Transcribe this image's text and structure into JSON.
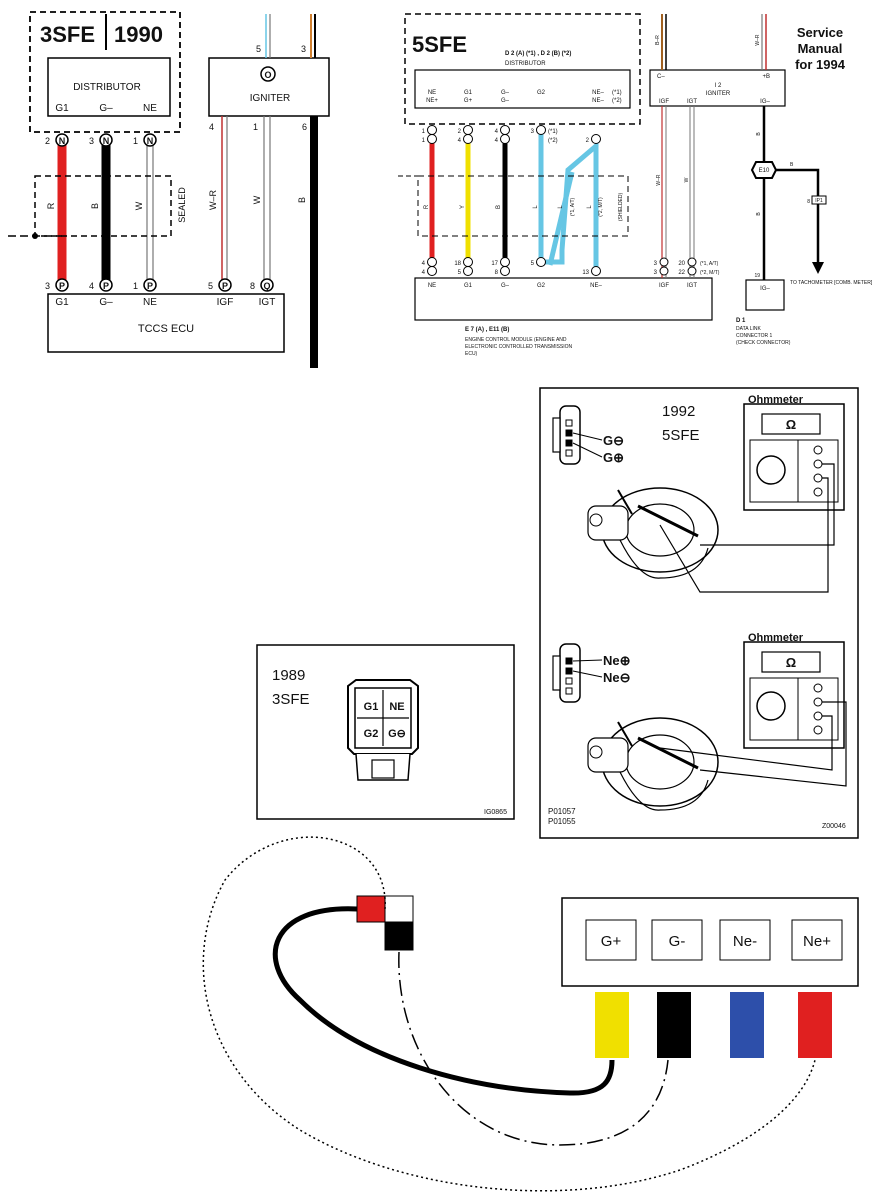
{
  "colors": {
    "red": "#e02020",
    "black": "#000000",
    "white": "#ffffff",
    "yellow": "#f0e000",
    "light_blue": "#66c6e4",
    "blue": "#2d4faa"
  },
  "d1990": {
    "title_left": "3SFE",
    "title_right": "1990",
    "distributor_label": "DISTRIBUTOR",
    "distributor_pins": [
      "G1",
      "G–",
      "NE"
    ],
    "dist_connector": {
      "letter": "N",
      "numbers": [
        "2",
        "3",
        "1"
      ]
    },
    "igniter_label": "IGNITER",
    "igniter_symbol": "O",
    "igniter_top_numbers": [
      "5",
      "3"
    ],
    "sealed_label": "SEALED",
    "wire_codes": [
      "R",
      "B",
      "W",
      "W–R",
      "W",
      "B"
    ],
    "ign_out_numbers": [
      "4",
      "1",
      "6"
    ],
    "ecu_label": "TCCS ECU",
    "ecu_pins": [
      {
        "num": "3",
        "letter": "P",
        "name": "G1"
      },
      {
        "num": "4",
        "letter": "P",
        "name": "G–"
      },
      {
        "num": "1",
        "letter": "P",
        "name": "NE"
      },
      {
        "num": "5",
        "letter": "P",
        "name": "IGF"
      },
      {
        "num": "8",
        "letter": "Q",
        "name": "IGT"
      }
    ]
  },
  "d1994": {
    "title": "5SFE",
    "header_line": "D 2 (A) (*1) , D 2 (B) (*2)",
    "distributor_label": "DISTRIBUTOR",
    "dist_pins_top": [
      "NE",
      "G1",
      "G–",
      "G2"
    ],
    "dist_pins_bottom": [
      "NE+",
      "G+",
      "G–",
      ""
    ],
    "dist_right_pins": [
      "NE–",
      "NE–"
    ],
    "dist_notes": [
      "(*1)",
      "(*2)"
    ],
    "wire_codes": [
      "R",
      "Y",
      "B",
      "L",
      "L",
      "L"
    ],
    "shield_notes": [
      "(*1, A/T)",
      "(*2, M/T)",
      "(SHIELDED)"
    ],
    "row_top_nums": [
      "1",
      "2",
      "4",
      "3"
    ],
    "row_mid_nums": [
      "1",
      "4",
      "4",
      "2"
    ],
    "row_top_tags": [
      "(*1)",
      "(*2)"
    ],
    "ecu_top_nums": [
      "18",
      "17",
      "5"
    ],
    "ecu_bottom_nums": [
      "4",
      "5",
      "8",
      "13"
    ],
    "ecu_side": [
      "3",
      "3",
      "20",
      "22"
    ],
    "ecu_side_tags": [
      "(*1, A/T)",
      "(*2, M/T)"
    ],
    "ecu_pins": [
      "NE",
      "G1",
      "G–",
      "G2",
      "NE–",
      "IGF",
      "IGT"
    ],
    "ecu_caption_code": "E 7 (A) , E11 (B)",
    "ecu_caption": "ENGINE CONTROL MODULE (ENGINE AND ELECTRONIC CONTROLLED TRANSMISSION ECU)",
    "igniter_code": "I 2",
    "igniter_label": "IGNITER",
    "igniter_pins": [
      "C–",
      "+B",
      "IGF",
      "IGT",
      "IG–"
    ],
    "igniter_wire_codes": [
      "B–R",
      "W–R",
      "W–R",
      "W"
    ],
    "e10_label": "E10",
    "ip1_label": "IP1",
    "ip1_num": "8",
    "right_wire_codes": [
      "B",
      "B",
      "B"
    ],
    "dlc_code": "D 1",
    "dlc_label": "DATA LINK CONNECTOR 1 (CHECK CONNECTOR)",
    "dlc_pin": "IG–",
    "dlc_num": "19",
    "tacho_label": "TO TACHOMETER [COMB. METER]",
    "service_manual": [
      "Service",
      "Manual",
      "for 1994"
    ]
  },
  "p1992": {
    "year": "1992",
    "engine": "5SFE",
    "meter_label": "Ohmmeter",
    "meter_symbol": "Ω",
    "top_pins": [
      "G⊖",
      "G⊕"
    ],
    "bottom_pins": [
      "Ne⊕",
      "Ne⊖"
    ],
    "codes": [
      "P01057",
      "P01055"
    ],
    "fig_code": "Z00046"
  },
  "p1989": {
    "year": "1989",
    "engine": "3SFE",
    "pins": [
      "G1",
      "NE",
      "G2",
      "G⊖"
    ],
    "code": "IG0865"
  },
  "adapter": {
    "labels": [
      "G+",
      "G-",
      "Ne-",
      "Ne+"
    ]
  }
}
